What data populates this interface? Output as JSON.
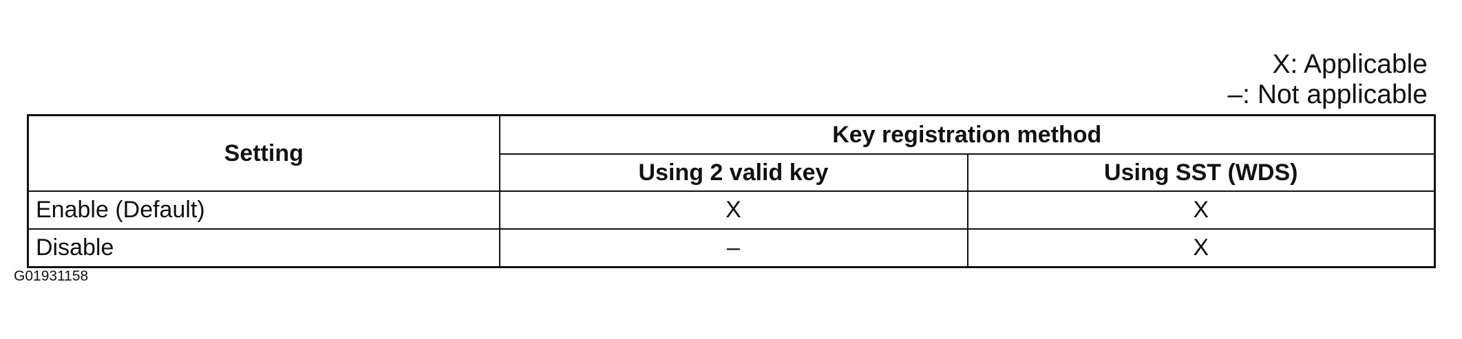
{
  "legend": {
    "applicable": "X: Applicable",
    "not_applicable": "–: Not applicable"
  },
  "table": {
    "setting_header": "Setting",
    "group_header": "Key registration method",
    "columns": [
      "Using 2 valid key",
      "Using SST (WDS)"
    ],
    "rows": [
      {
        "setting": "Enable (Default)",
        "values": [
          "X",
          "X"
        ]
      },
      {
        "setting": "Disable",
        "values": [
          "–",
          "X"
        ]
      }
    ]
  },
  "figure_id": "G01931158"
}
